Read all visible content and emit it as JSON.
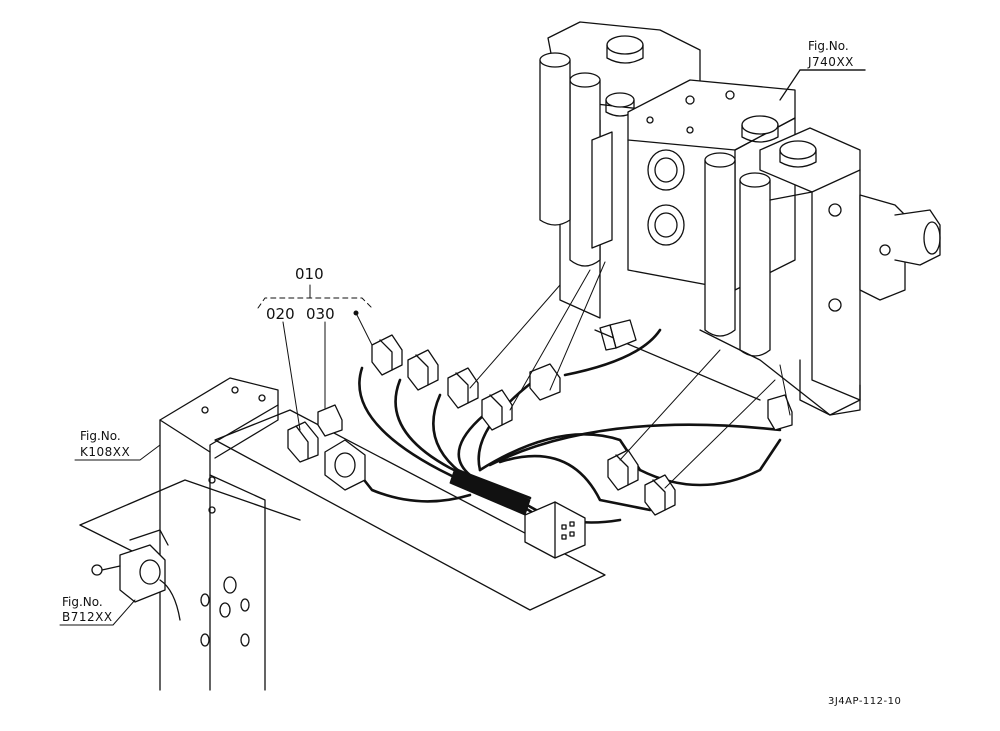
{
  "callouts": {
    "valve_fig": {
      "label": "Fig.No.",
      "code": "J740XX"
    },
    "bracket_fig": {
      "label": "Fig.No.",
      "code": "K108XX"
    },
    "switch_fig": {
      "label": "Fig.No.",
      "code": "B712XX"
    }
  },
  "parts": {
    "assembly": "010",
    "item_a": "020",
    "item_b": "030"
  },
  "drawing_number": "3J4AP-112-10",
  "colors": {
    "line": "#111111",
    "paper": "#ffffff"
  }
}
